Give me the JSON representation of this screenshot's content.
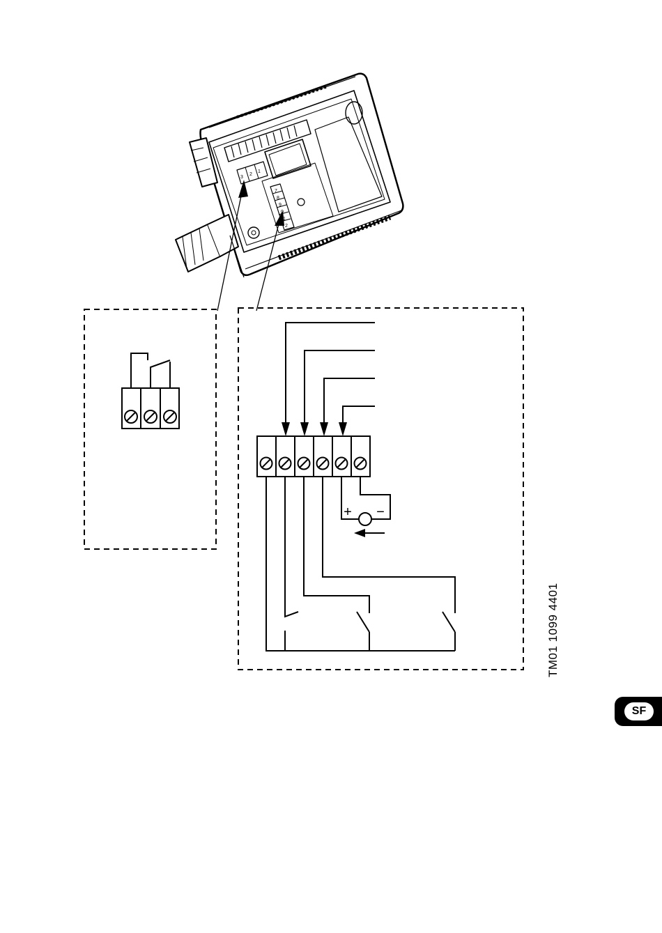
{
  "diagram": {
    "drawing_code": "TM01 1099 4401",
    "language_badge": "SF",
    "device_terminal_labels_small": [
      "3",
      "2",
      "1"
    ],
    "device_terminal_labels_large": [
      "7",
      "8",
      "9",
      "0",
      "1",
      "2"
    ],
    "polarity_plus": "+",
    "polarity_minus": "−"
  }
}
